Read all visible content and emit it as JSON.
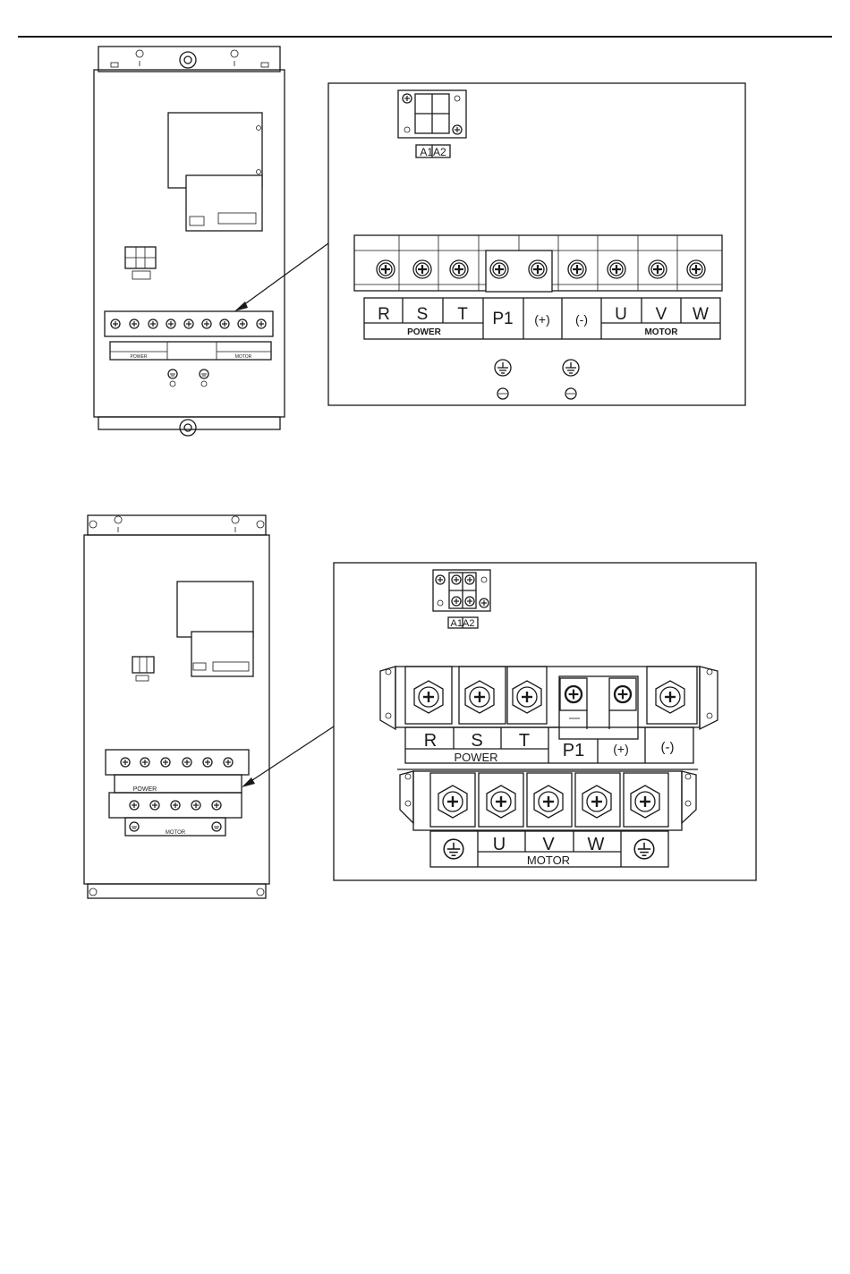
{
  "diagram1": {
    "jumper_label": "A1A2",
    "power_terminals": [
      "R",
      "S",
      "T"
    ],
    "dc_terminals": [
      "P1",
      "(+)",
      "(-)"
    ],
    "motor_terminals": [
      "U",
      "V",
      "W"
    ],
    "power_group": "POWER",
    "motor_group": "MOTOR"
  },
  "diagram2": {
    "jumper_label": "A1A2",
    "power_terminals": [
      "R",
      "S",
      "T"
    ],
    "dc_terminals": [
      "P1",
      "(+)",
      "(-)"
    ],
    "motor_terminals": [
      "U",
      "V",
      "W"
    ],
    "power_group": "POWER",
    "motor_group": "MOTOR"
  }
}
